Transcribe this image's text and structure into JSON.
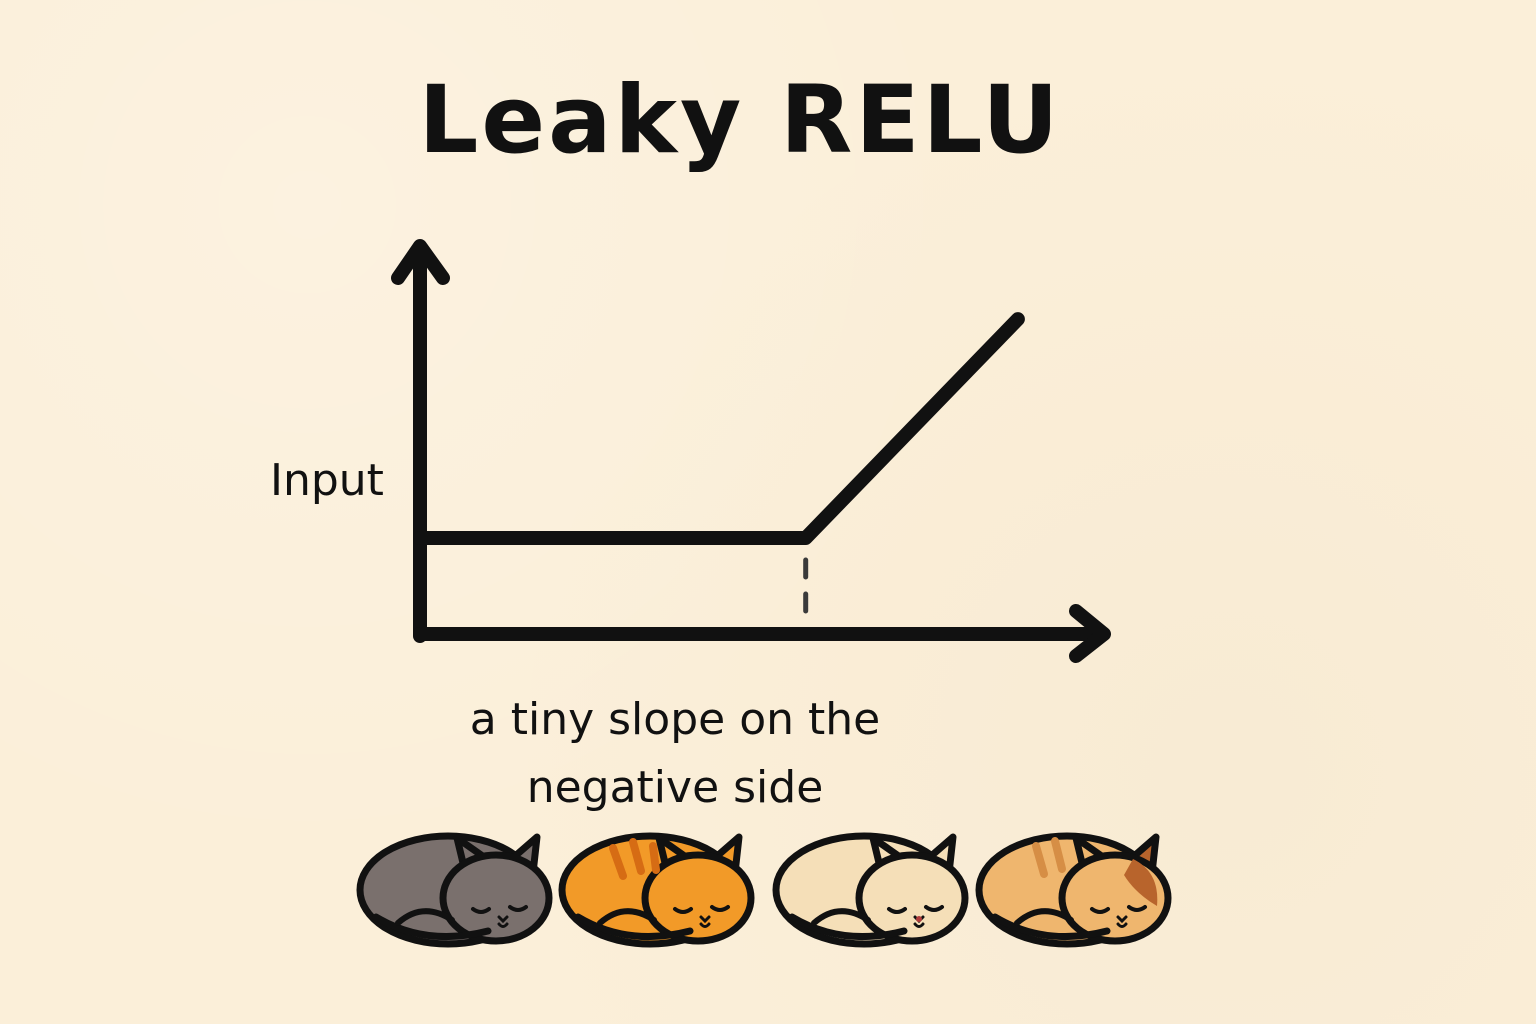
{
  "title": "Leaky RELU",
  "chart_data": {
    "type": "line",
    "ylabel": "Input",
    "series": [
      {
        "x": [
          0,
          1,
          1.55
        ],
        "y": [
          0.25,
          0.25,
          0.82
        ]
      }
    ],
    "annotation": "a tiny slope on the negative side",
    "marker": {
      "style": "dashed vertical line",
      "x": 1
    },
    "colors": {
      "line": "#111111",
      "background": "#fbefd9"
    }
  },
  "caption_lines": [
    "a tiny slope on the",
    "negative side"
  ],
  "cats": [
    {
      "name": "gray",
      "fur": "#7a706d"
    },
    {
      "name": "orange",
      "fur": "#f29a28"
    },
    {
      "name": "cream",
      "fur": "#f5dfb8"
    },
    {
      "name": "calico",
      "fur": "#efb66e"
    }
  ]
}
